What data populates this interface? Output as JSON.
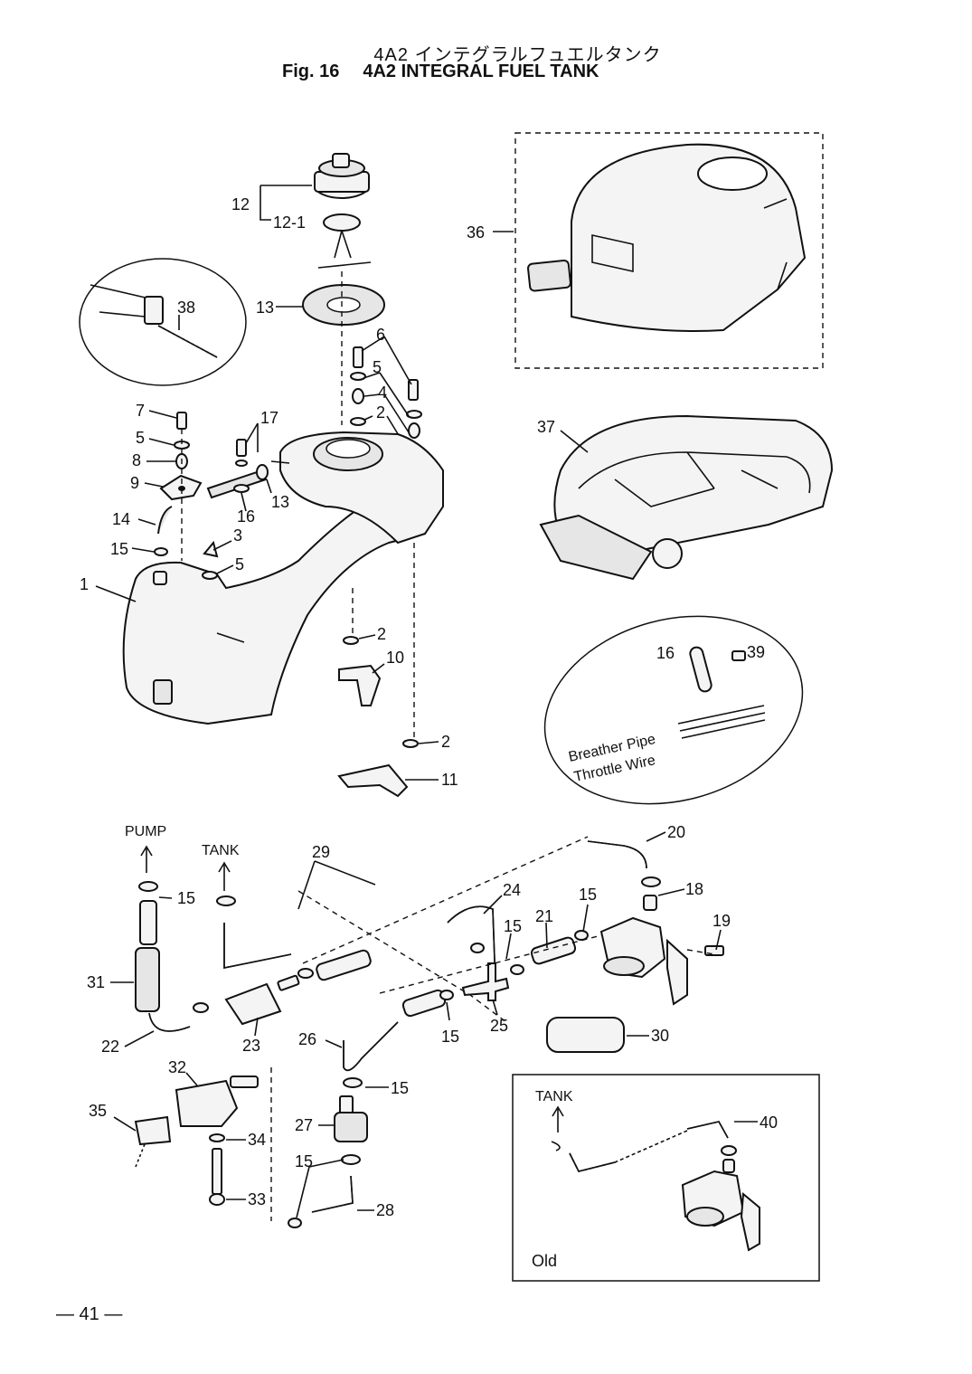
{
  "header": {
    "title_jp": "4A2 インテグラルフュエルタンク",
    "fig_label": "Fig. 16",
    "title_en": "4A2 INTEGRAL FUEL TANK"
  },
  "callouts": {
    "n12": "12",
    "n12_1": "12-1",
    "n13": "13",
    "n36": "36",
    "n38": "38",
    "n6": "6",
    "n5a": "5",
    "n4": "4",
    "n2a": "2",
    "n7": "7",
    "n17": "17",
    "n5b": "5",
    "n8": "8",
    "n9": "9",
    "n13b": "13",
    "n16": "16",
    "n14": "14",
    "n3": "3",
    "n5c": "5",
    "n15a": "15",
    "n1": "1",
    "n37": "37",
    "n2b": "2",
    "n10": "10",
    "n2c": "2",
    "n11": "11",
    "n16b": "16",
    "n39": "39",
    "n29": "29",
    "n20": "20",
    "n24": "24",
    "n18": "18",
    "n15b": "15",
    "n15c": "15",
    "n15d": "15",
    "n21": "21",
    "n19": "19",
    "n31": "31",
    "n22": "22",
    "n23": "23",
    "n15e": "15",
    "n25": "25",
    "n30": "30",
    "n26": "26",
    "n15f": "15",
    "n32": "32",
    "n35": "35",
    "n34": "34",
    "n27": "27",
    "n15g": "15",
    "n33": "33",
    "n28": "28",
    "n40": "40"
  },
  "inset_labels": {
    "breather_pipe": "Breather Pipe",
    "throttle_wire": "Throttle Wire",
    "pump": "PUMP",
    "tank": "TANK",
    "tank_old": "TANK",
    "old": "Old"
  },
  "footer": {
    "page": "— 41 —"
  }
}
